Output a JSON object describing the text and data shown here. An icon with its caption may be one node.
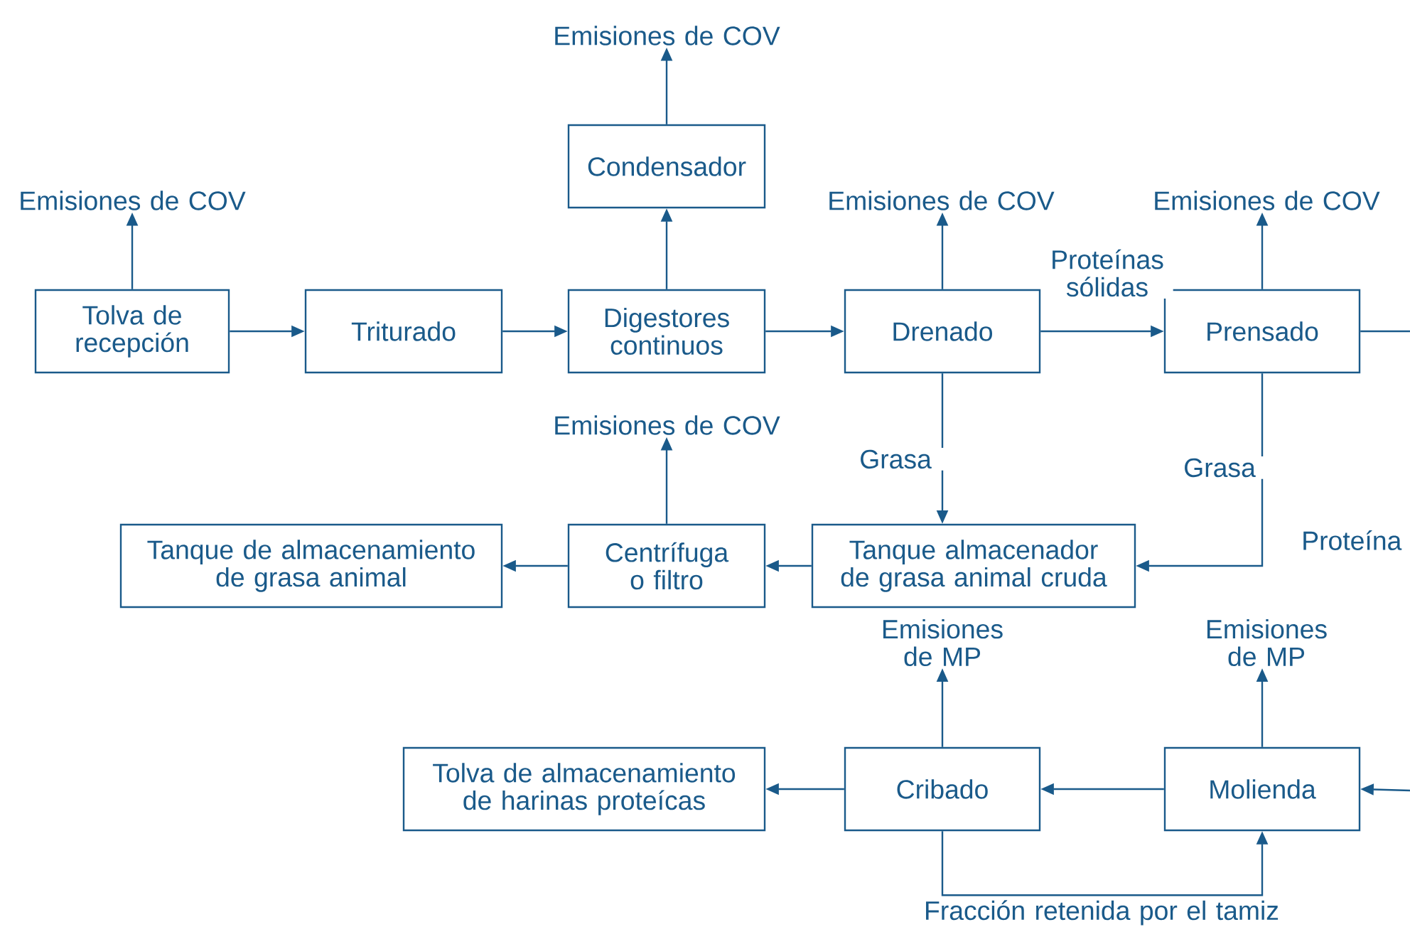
{
  "diagram": {
    "nodes": [
      {
        "text": [
          "Emisiones de COV"
        ]
      },
      {
        "text": [
          "Condensador"
        ]
      },
      {
        "text": [
          "Emisiones de COV"
        ]
      },
      {
        "text": [
          "Emisiones de COV"
        ]
      },
      {
        "text": [
          "Emisiones de COV"
        ]
      },
      {
        "text": [
          "Tolva de recepción"
        ]
      },
      {
        "text": [
          "Triturado"
        ]
      },
      {
        "text": [
          "Digestores continuos"
        ]
      },
      {
        "text": [
          "Drenado"
        ]
      },
      {
        "text": [
          "Prensado"
        ]
      },
      {
        "text": [
          "Emisiones de COV"
        ]
      },
      {
        "text": [
          "Tanque de almacenamiento de grasa animal"
        ]
      },
      {
        "text": [
          "Centrífuga o filtro"
        ]
      },
      {
        "text": [
          "Tanque almacenador de grasa animal cruda"
        ]
      },
      {
        "text": [
          "Emisiones de MP"
        ]
      },
      {
        "text": [
          "Emisiones de MP"
        ]
      },
      {
        "text": [
          "Tolva de almacenamiento de harinas proteícas"
        ]
      },
      {
        "text": [
          "Cribado"
        ]
      },
      {
        "text": [
          "Molienda"
        ]
      }
    ],
    "edges": [
      {
        "from": 5,
        "to": 2,
        "arrow": "to"
      },
      {
        "from": 7,
        "to": 1,
        "arrow": "to"
      },
      {
        "from": 1,
        "to": 0,
        "arrow": "to"
      },
      {
        "from": 8,
        "to": 3,
        "arrow": "to"
      },
      {
        "from": 9,
        "to": 4,
        "arrow": "to"
      },
      {
        "from": 5,
        "to": 6,
        "arrow": "to"
      },
      {
        "from": 6,
        "to": 7,
        "arrow": "to"
      },
      {
        "from": 7,
        "to": 8,
        "arrow": "to"
      },
      {
        "from": 8,
        "to": 9,
        "arrow": "to",
        "label": "Proteínas sólidas"
      },
      {
        "from": 8,
        "to": 13,
        "arrow": "to",
        "label": "Grasa"
      },
      {
        "from": 9,
        "to": 13,
        "arrow": "to",
        "label": "Grasa"
      },
      {
        "from": 13,
        "to": 12,
        "arrow": "to"
      },
      {
        "from": 12,
        "to": 11,
        "arrow": "to"
      },
      {
        "from": 12,
        "to": 10,
        "arrow": "to"
      },
      {
        "from": 17,
        "to": 14,
        "arrow": "to"
      },
      {
        "from": 18,
        "to": 15,
        "arrow": "to"
      },
      {
        "from": 18,
        "to": 17,
        "arrow": "to"
      },
      {
        "from": 17,
        "to": 16,
        "arrow": "to"
      },
      {
        "from": 17,
        "to": 18,
        "arrow": "to",
        "label": "Fracción retenida por el tamiz"
      },
      {
        "from": 9,
        "to": null,
        "arrow": "none"
      },
      {
        "from": null,
        "to": 18,
        "arrow": "to"
      }
    ],
    "labels": [
      "Proteína"
    ]
  }
}
